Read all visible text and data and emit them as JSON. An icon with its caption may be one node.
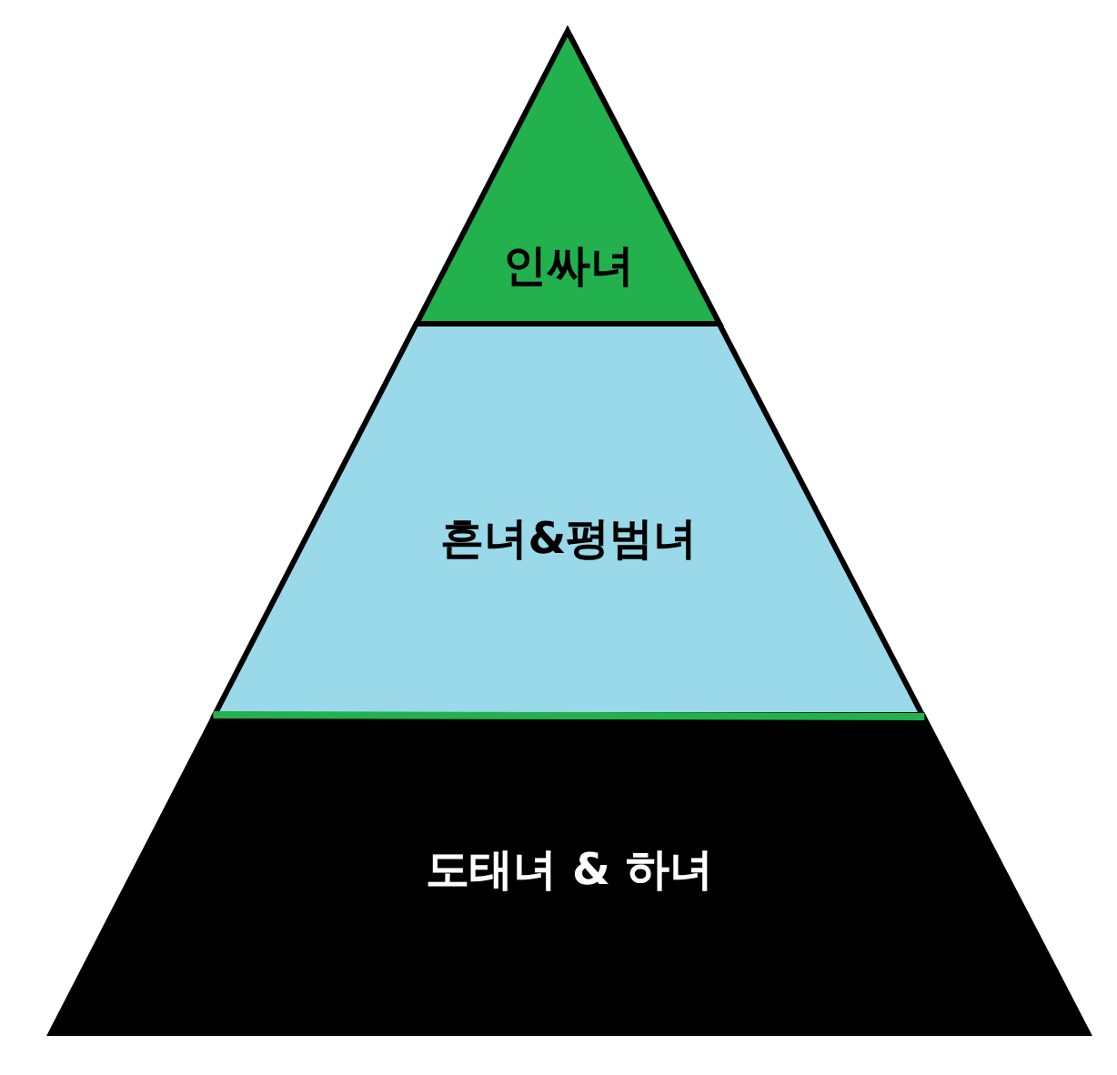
{
  "diagram": {
    "nodes": [
      {
        "text": [
          "인싸녀"
        ]
      },
      {
        "text": [
          "흔녀&평범녀"
        ]
      },
      {
        "text": [
          "도태녀 & 하녀"
        ]
      }
    ]
  }
}
